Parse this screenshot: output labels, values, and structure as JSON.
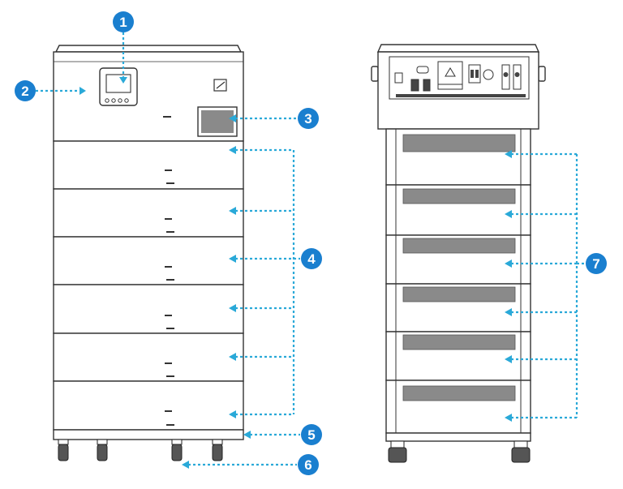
{
  "colors": {
    "callout": "#1a7fcf",
    "leader": "#2aa9d8",
    "outline": "#333333",
    "panel_fill": "#ffffff",
    "vent_fill": "#8a8a8a"
  },
  "callouts": [
    {
      "number": "1"
    },
    {
      "number": "2"
    },
    {
      "number": "3"
    },
    {
      "number": "4"
    },
    {
      "number": "5"
    },
    {
      "number": "6"
    },
    {
      "number": "7"
    }
  ],
  "icons": [
    "front-view-battery-cabinet-icon",
    "rear-view-battery-cabinet-icon",
    "caster-wheel-icon"
  ]
}
